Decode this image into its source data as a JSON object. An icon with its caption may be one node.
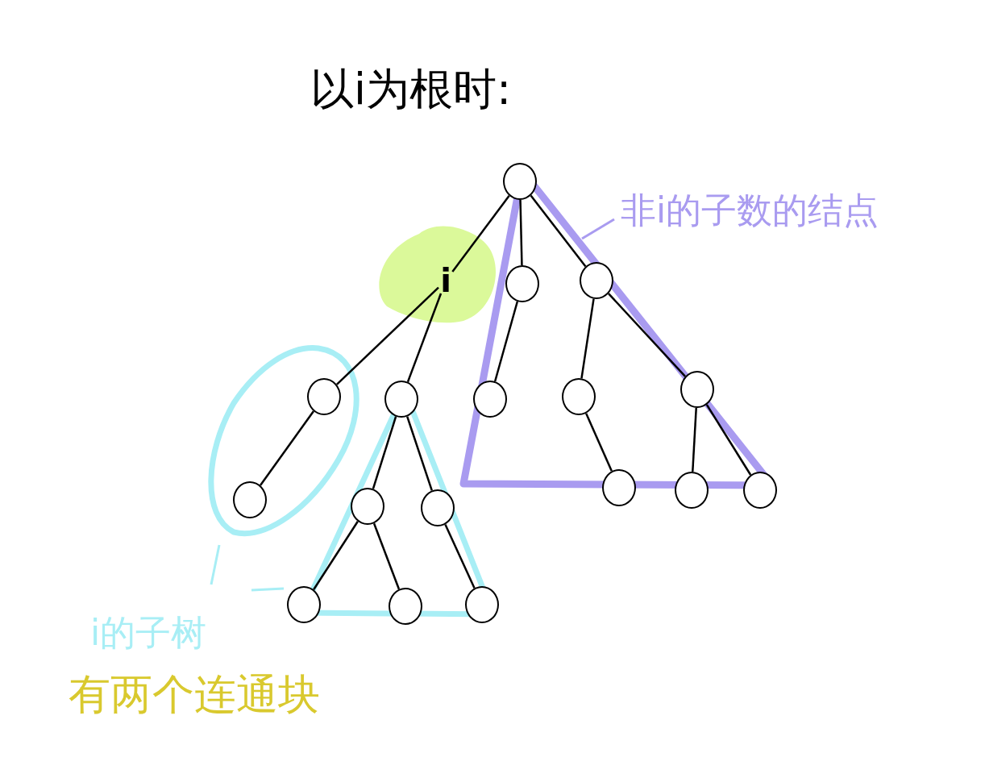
{
  "diagram": {
    "title": "以i为根时:",
    "nodes": [
      {
        "text": [],
        "shape": "circle"
      },
      {
        "text": [
          "i"
        ]
      },
      {
        "text": [],
        "shape": "circle"
      },
      {
        "text": [],
        "shape": "circle"
      },
      {
        "text": [],
        "shape": "circle"
      },
      {
        "text": [],
        "shape": "circle"
      },
      {
        "text": [],
        "shape": "circle"
      },
      {
        "text": [],
        "shape": "circle"
      },
      {
        "text": [],
        "shape": "circle"
      },
      {
        "text": [],
        "shape": "circle"
      },
      {
        "text": [],
        "shape": "circle"
      },
      {
        "text": [],
        "shape": "circle"
      },
      {
        "text": [],
        "shape": "circle"
      },
      {
        "text": [],
        "shape": "circle"
      },
      {
        "text": [],
        "shape": "circle"
      },
      {
        "text": [],
        "shape": "circle"
      },
      {
        "text": [],
        "shape": "circle"
      },
      {
        "text": [],
        "shape": "circle"
      }
    ],
    "edges": [
      {
        "from": 0,
        "to": 1,
        "arrow": "none"
      },
      {
        "from": 0,
        "to": 2,
        "arrow": "none"
      },
      {
        "from": 0,
        "to": 3,
        "arrow": "none"
      },
      {
        "from": 1,
        "to": 4,
        "arrow": "none"
      },
      {
        "from": 1,
        "to": 5,
        "arrow": "none"
      },
      {
        "from": 2,
        "to": 6,
        "arrow": "none"
      },
      {
        "from": 3,
        "to": 7,
        "arrow": "none"
      },
      {
        "from": 3,
        "to": 8,
        "arrow": "none"
      },
      {
        "from": 4,
        "to": 9,
        "arrow": "none"
      },
      {
        "from": 5,
        "to": 10,
        "arrow": "none"
      },
      {
        "from": 5,
        "to": 11,
        "arrow": "none"
      },
      {
        "from": 7,
        "to": 12,
        "arrow": "none"
      },
      {
        "from": 8,
        "to": 13,
        "arrow": "none"
      },
      {
        "from": 8,
        "to": 14,
        "arrow": "none"
      },
      {
        "from": 10,
        "to": 15,
        "arrow": "none"
      },
      {
        "from": 10,
        "to": 16,
        "arrow": "none"
      },
      {
        "from": 11,
        "to": 17,
        "arrow": "none"
      }
    ],
    "labels": [
      "非i的子数的结点",
      "i的子树",
      "有两个连通块"
    ]
  }
}
